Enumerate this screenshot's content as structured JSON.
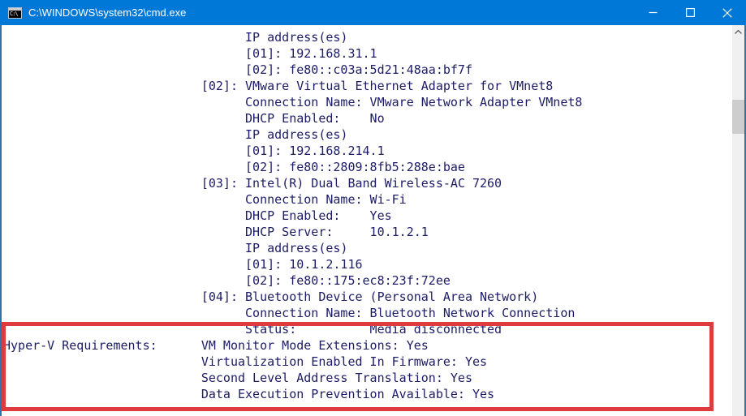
{
  "window": {
    "title": "C:\\WINDOWS\\system32\\cmd.exe",
    "app_icon": "cmd-icon",
    "app_icon_glyph": "C:\\",
    "controls": [
      {
        "name": "minimize-button",
        "icon": "minimize-icon"
      },
      {
        "name": "maximize-button",
        "icon": "maximize-icon"
      },
      {
        "name": "close-button",
        "icon": "close-icon"
      }
    ]
  },
  "colors": {
    "titlebar_background": "#0078d7",
    "console_background": "#ffffff",
    "console_text": "#1c1c66",
    "highlight_red": "#dd3b3d",
    "scrollbar_track": "#f0f0f0",
    "scrollbar_thumb": "#cdcdcd"
  },
  "console": {
    "lines": [
      "                                 IP address(es)",
      "                                 [01]: 192.168.31.1",
      "                                 [02]: fe80::c03a:5d21:48aa:bf7f",
      "                           [02]: VMware Virtual Ethernet Adapter for VMnet8",
      "                                 Connection Name: VMware Network Adapter VMnet8",
      "                                 DHCP Enabled:    No",
      "                                 IP address(es)",
      "                                 [01]: 192.168.214.1",
      "                                 [02]: fe80::2809:8fb5:288e:bae",
      "                           [03]: Intel(R) Dual Band Wireless-AC 7260",
      "                                 Connection Name: Wi-Fi",
      "                                 DHCP Enabled:    Yes",
      "                                 DHCP Server:     10.1.2.1",
      "                                 IP address(es)",
      "                                 [01]: 10.1.2.116",
      "                                 [02]: fe80::175:ec8:23f:72ee",
      "                           [04]: Bluetooth Device (Personal Area Network)",
      "                                 Connection Name: Bluetooth Network Connection",
      "                                 Status:          Media disconnected",
      "Hyper-V Requirements:      VM Monitor Mode Extensions: Yes",
      "                           Virtualization Enabled In Firmware: Yes",
      "                           Second Level Address Translation: Yes",
      "                           Data Execution Prevention Available: Yes"
    ]
  },
  "highlight": {
    "purpose": "hyper-v-requirements-section"
  },
  "scrollbar": {
    "up_arrow": "chevron-up-icon"
  }
}
